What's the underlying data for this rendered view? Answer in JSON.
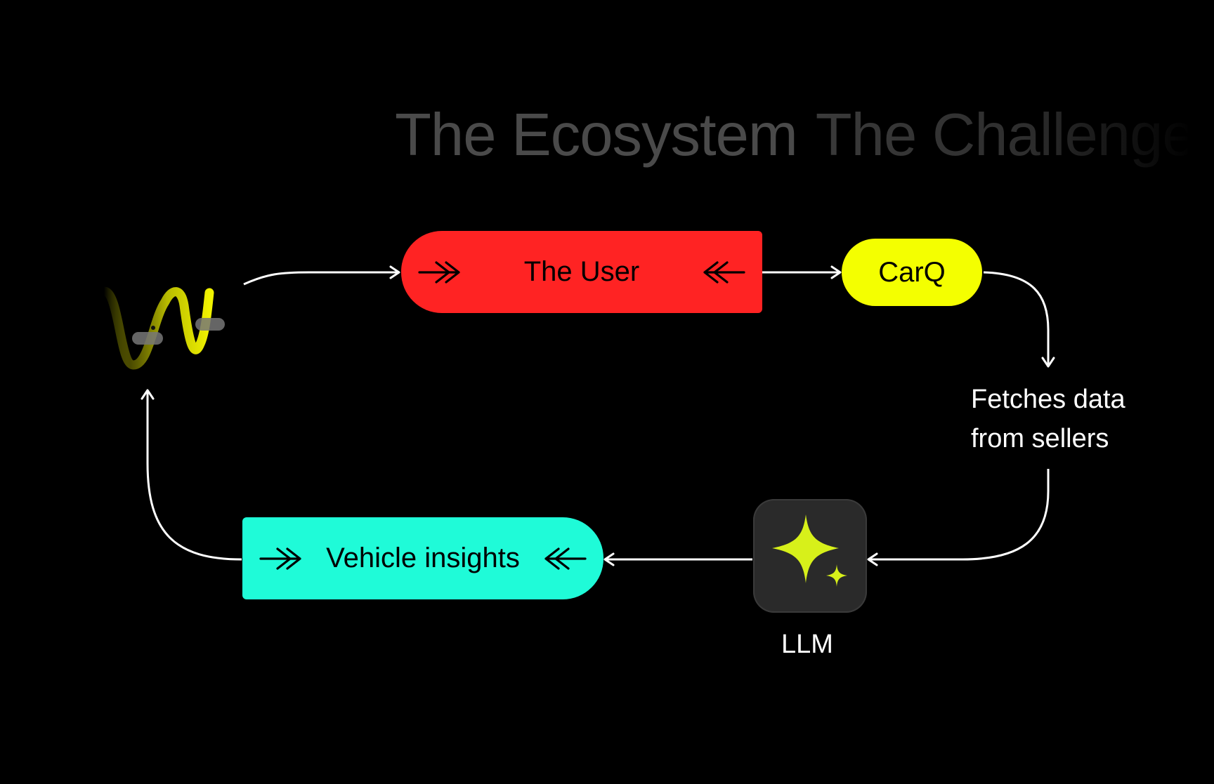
{
  "header": {
    "tab_active": "The Ecosystem",
    "tab_next": "The Challenge"
  },
  "nodes": {
    "user_label": "The User",
    "carq_label": "CarQ",
    "fetch_line1": "Fetches data",
    "fetch_line2": "from sellers",
    "llm_label": "LLM",
    "insights_label": "Vehicle insights"
  },
  "colors": {
    "background": "#000000",
    "user": "#ff2323",
    "carq": "#f4ff00",
    "insights": "#1ffbd8",
    "llm_tile": "#2a2a2a",
    "sparkle": "#d7f01a",
    "logo": "#e6ea00"
  },
  "icons": [
    "brand-logo-icon",
    "sparkle-icon",
    "double-chevron-right-icon",
    "double-chevron-left-icon",
    "arrow-icon"
  ]
}
